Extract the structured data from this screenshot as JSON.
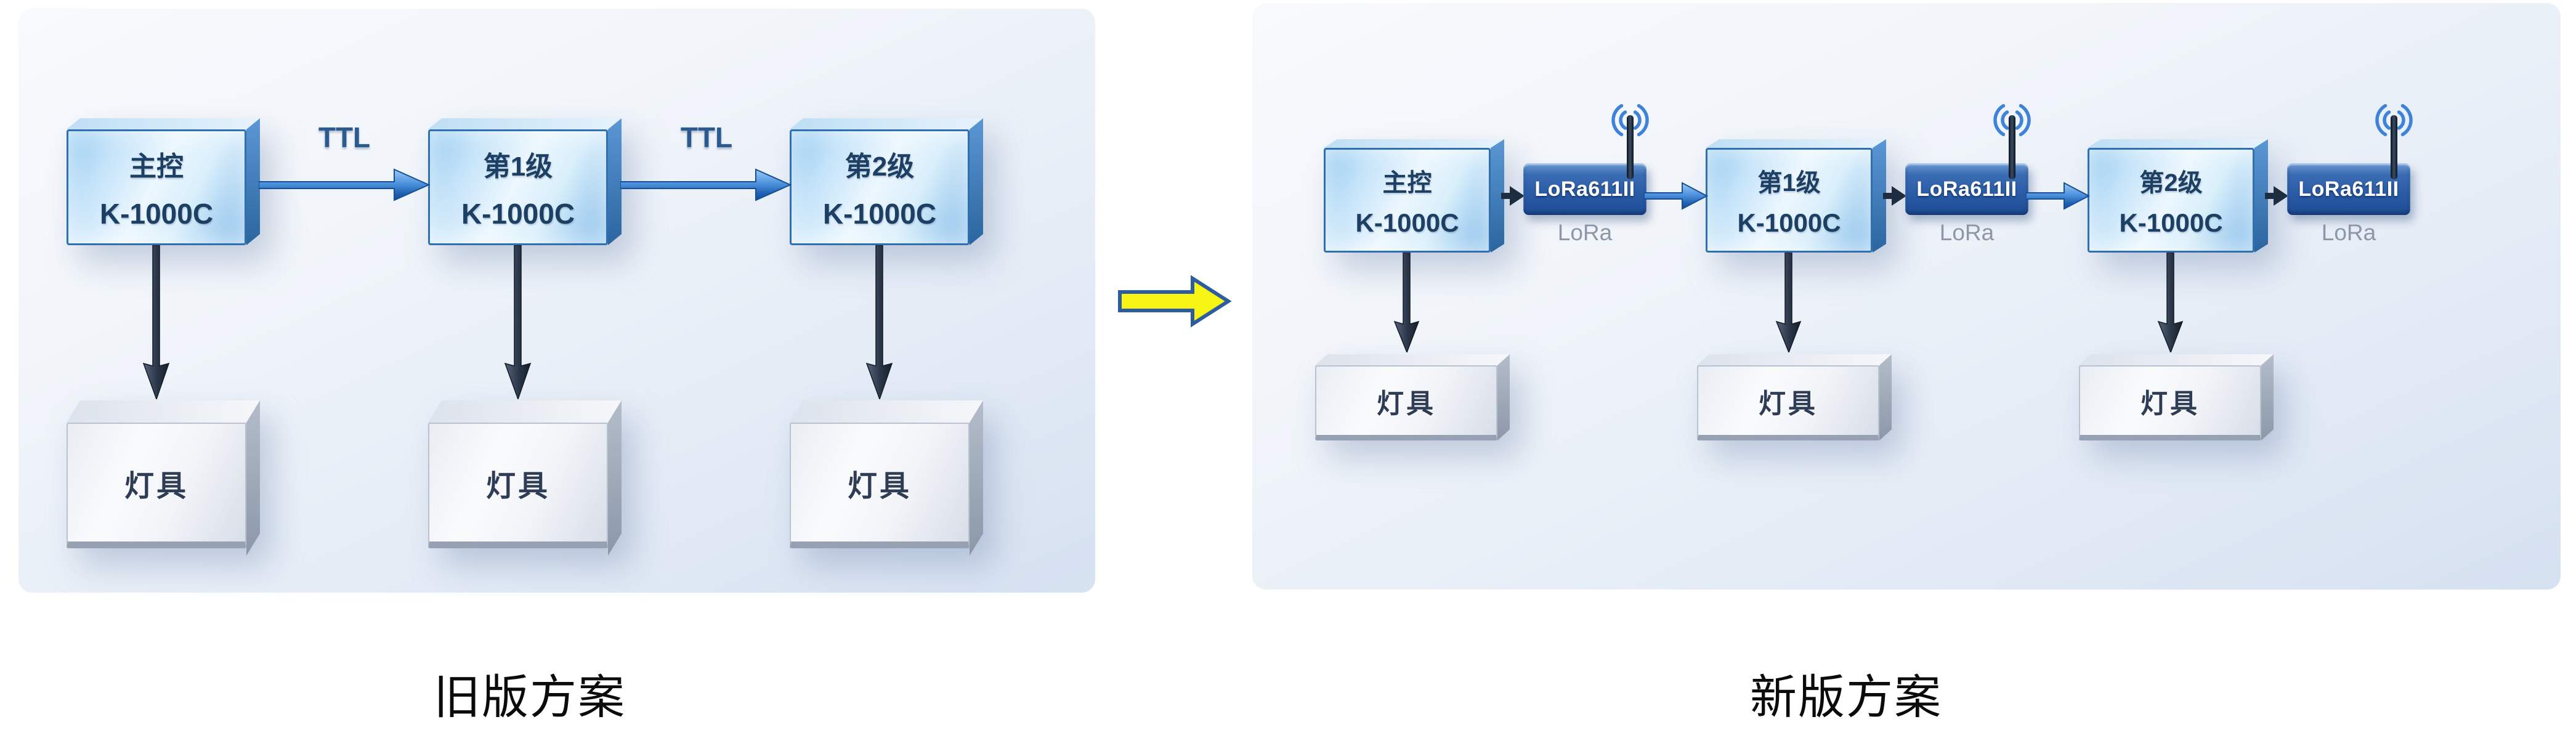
{
  "left_panel": {
    "caption": "旧版方案",
    "controllers": [
      {
        "line1": "主控",
        "line2": "K-1000C"
      },
      {
        "line1": "第1级",
        "line2": "K-1000C"
      },
      {
        "line1": "第2级",
        "line2": "K-1000C"
      }
    ],
    "link_labels": [
      "TTL",
      "TTL"
    ],
    "lamps": [
      "灯具",
      "灯具",
      "灯具"
    ]
  },
  "right_panel": {
    "caption": "新版方案",
    "controllers": [
      {
        "line1": "主控",
        "line2": "K-1000C"
      },
      {
        "line1": "第1级",
        "line2": "K-1000C"
      },
      {
        "line1": "第2级",
        "line2": "K-1000C"
      }
    ],
    "loras": [
      {
        "name": "LoRa611II",
        "sublabel": "LoRa"
      },
      {
        "name": "LoRa611II",
        "sublabel": "LoRa"
      },
      {
        "name": "LoRa611II",
        "sublabel": "LoRa"
      }
    ],
    "lamps": [
      "灯具",
      "灯具",
      "灯具"
    ]
  },
  "icons": {
    "transition_arrow": "yellow-right-arrow",
    "antenna": "antenna-with-signal-waves"
  },
  "colors": {
    "controller_border": "#2f6fb2",
    "controller_text": "#1c3f63",
    "ttl_text": "#2a5a8e",
    "lora_fill": "#2a5ba5",
    "lora_text": "#ffffff",
    "lora_sublabel_text": "#8e97a8",
    "lamp_text": "#2e3c56",
    "arrow_blue": "#2465b0",
    "arrow_dark": "#222d3b",
    "transition_arrow_fill": "#f6f513",
    "transition_arrow_stroke": "#2d5c9f",
    "caption_text": "#0b0b0b",
    "panel_bg_top": "#f8fafd",
    "panel_bg_bottom": "#d6e1f1"
  }
}
